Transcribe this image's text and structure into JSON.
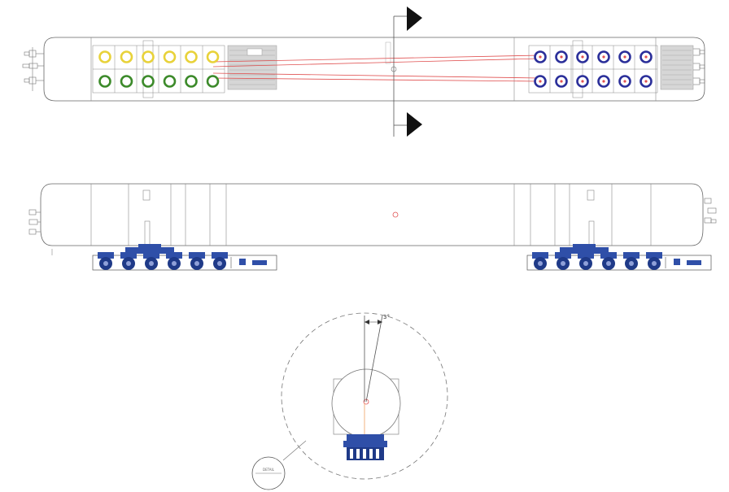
{
  "drawing": {
    "colors": {
      "line": "#666666",
      "detail": "#8a8a8a",
      "yellow_ring": "#e8d23a",
      "green_ring": "#3c8a2a",
      "blue_ring": "#2b2f9a",
      "red_line": "#e05050",
      "orange_line": "#f0a060",
      "trailer_blue": "#2f4fa8",
      "arrow": "#111111"
    },
    "top_view": {
      "left_yellow_rings": 6,
      "left_green_rings": 6,
      "right_upper_rings": 6,
      "right_lower_rings": 6
    },
    "rotation_detail": {
      "angle_label": "3°",
      "callout_label": "DETAIL"
    }
  }
}
